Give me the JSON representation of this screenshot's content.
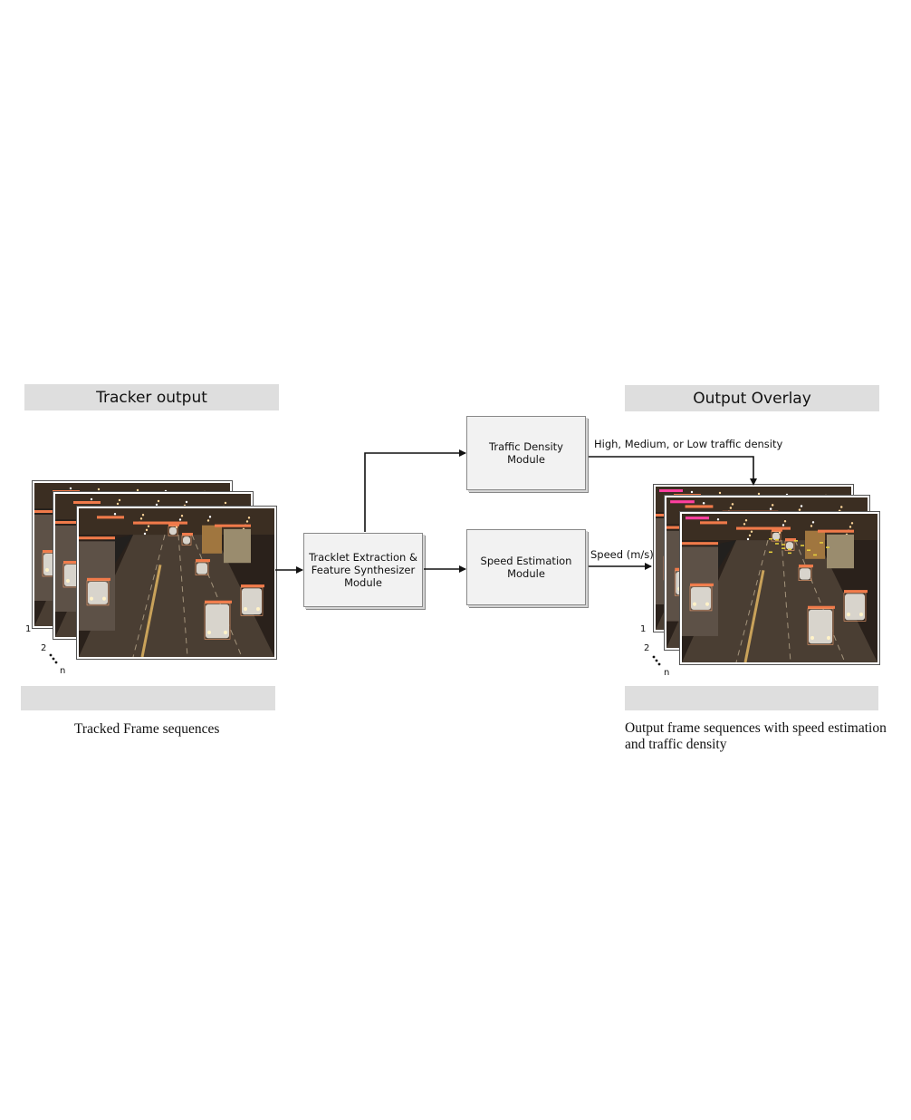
{
  "diagram": {
    "left_panel": {
      "title": "Tracker output",
      "caption": "Tracked Frame sequences",
      "frame_labels": [
        "1",
        "2",
        "n"
      ]
    },
    "right_panel": {
      "title": "Output Overlay",
      "caption_line1": "Output frame sequences with speed estimation",
      "caption_line2": "and traffic density",
      "frame_labels": [
        "1",
        "2",
        "n"
      ]
    },
    "modules": {
      "tracklet": "Tracklet Extraction &\nFeature Synthesizer\nModule",
      "density": "Traffic Density\nModule",
      "speed": "Speed Estimation\nModule"
    },
    "edge_labels": {
      "density_output": "High, Medium, or Low traffic density",
      "speed_output": "Speed (m/s)"
    }
  }
}
